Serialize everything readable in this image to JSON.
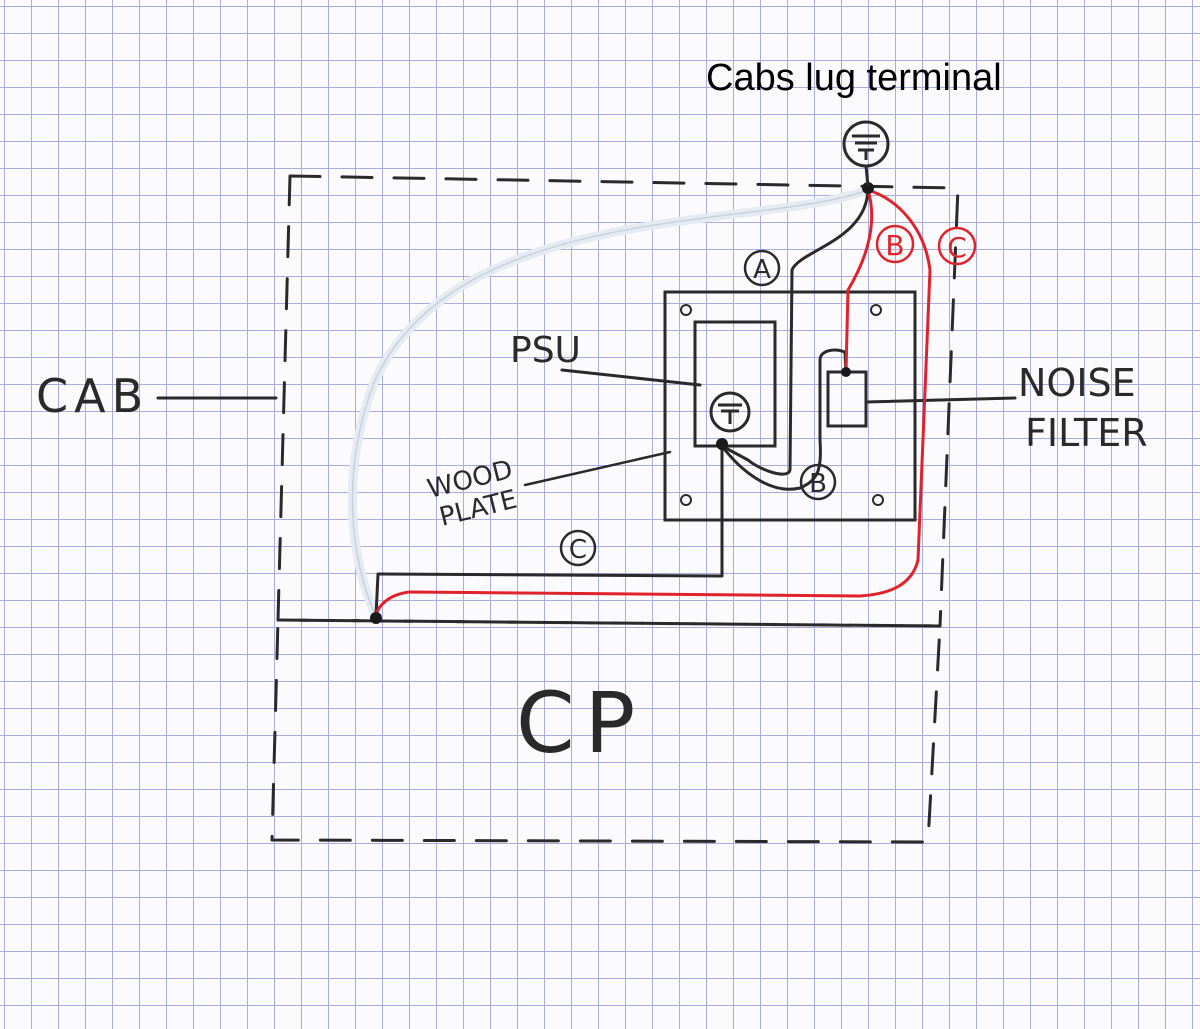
{
  "title": "Cabs lug terminal",
  "labels": {
    "cab": "CAB",
    "cp": "CP",
    "psu": "PSU",
    "wood_plate_line1": "WOOD",
    "wood_plate_line2": "PLATE",
    "noise_filter_line1": "NOISE",
    "noise_filter_line2": "FILTER"
  },
  "wires": {
    "a": "A",
    "b_black": "B",
    "c_black": "C",
    "b_red": "B",
    "c_red": "C"
  },
  "colors": {
    "ink": "#2a2a2a",
    "red_wire": "#e0222a",
    "white_wire": "#e4ebf2",
    "grid": "#a9acdc"
  },
  "icons": {
    "lug_terminal": "ground-terminal-icon",
    "psu_terminal": "ground-terminal-icon"
  }
}
